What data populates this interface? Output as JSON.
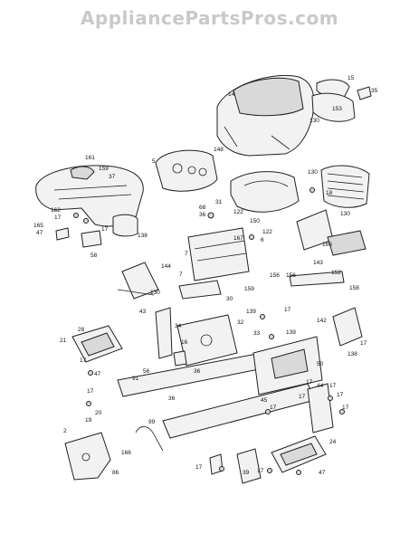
{
  "watermark": "AppliancePartsPros.com",
  "labels": [
    "14",
    "15",
    "35",
    "130",
    "153",
    "148",
    "161",
    "159",
    "37",
    "162",
    "17",
    "165",
    "47",
    "17",
    "138",
    "58",
    "5",
    "68",
    "36",
    "31",
    "122",
    "150",
    "130",
    "18",
    "130",
    "122",
    "167",
    "6",
    "166",
    "7",
    "7",
    "144",
    "130",
    "159",
    "156",
    "143",
    "152",
    "156",
    "158",
    "30",
    "43",
    "34",
    "139",
    "32",
    "17",
    "33",
    "139",
    "142",
    "17",
    "138",
    "28",
    "21",
    "17",
    "47",
    "16",
    "56",
    "91",
    "17",
    "19",
    "20",
    "36",
    "36",
    "50",
    "17",
    "44",
    "17",
    "17",
    "17",
    "45",
    "17",
    "17",
    "99",
    "2",
    "166",
    "86",
    "24",
    "17",
    "39",
    "17",
    "47"
  ]
}
